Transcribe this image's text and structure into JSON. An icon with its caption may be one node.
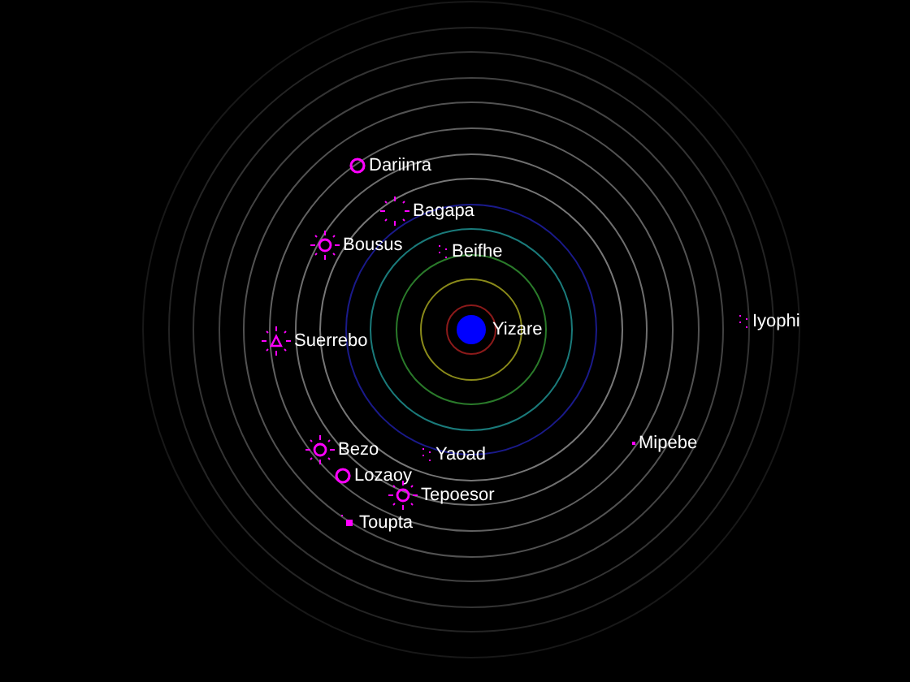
{
  "diagram": {
    "nodes": [
      {
        "text": [
          "Dariinra"
        ]
      },
      {
        "text": [
          "Bagapa"
        ]
      },
      {
        "text": [
          "Bousus"
        ]
      },
      {
        "text": [
          "Beifhe"
        ]
      },
      {
        "text": [
          "Yizare"
        ]
      },
      {
        "text": [
          "Iyophi"
        ]
      },
      {
        "text": [
          "Suerrebo"
        ]
      },
      {
        "text": [
          "Bezo"
        ]
      },
      {
        "text": [
          "Mipebe"
        ]
      },
      {
        "text": [
          "Yaoad"
        ]
      },
      {
        "text": [
          "Lozaoy"
        ]
      },
      {
        "text": [
          "Tepoesor"
        ]
      },
      {
        "text": [
          "Toupta"
        ]
      }
    ]
  }
}
